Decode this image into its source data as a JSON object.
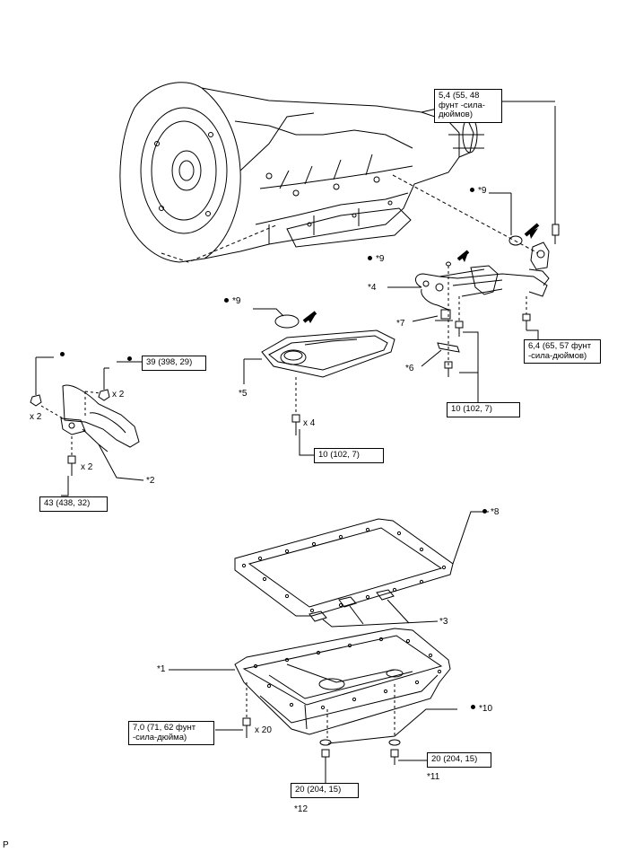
{
  "callouts": {
    "c1": "*1",
    "c2": "*2",
    "c3": "*3",
    "c4": "*4",
    "c5": "*5",
    "c6": "*6",
    "c7": "*7",
    "c8": "*8",
    "c9a": "*9",
    "c9b": "*9",
    "c9c": "*9",
    "c10": "*10",
    "c11": "*11",
    "c12": "*12"
  },
  "torques": {
    "t_sensor": "5,4 (55, 48 фунт -сила-дюймов)",
    "t_tube": "6,4 (65, 57 фунт -сила-дюймов)",
    "t_39": "39 (398, 29)",
    "t_43": "43 (438, 32)",
    "t_strainer": "10 (102, 7)",
    "t_bracket": "10 (102, 7)",
    "t_pan": "7,0 (71, 62 фунт -сила-дюйма)",
    "t_drain": "20 (204, 15)",
    "t_fill": "20 (204, 15)"
  },
  "quantities": {
    "q_x2_left": "x 2",
    "q_x2_bolt": "x 2",
    "q_x2_lower": "x 2",
    "q_x4": "x 4",
    "q_x20": "x 20"
  },
  "corner_code": "P"
}
